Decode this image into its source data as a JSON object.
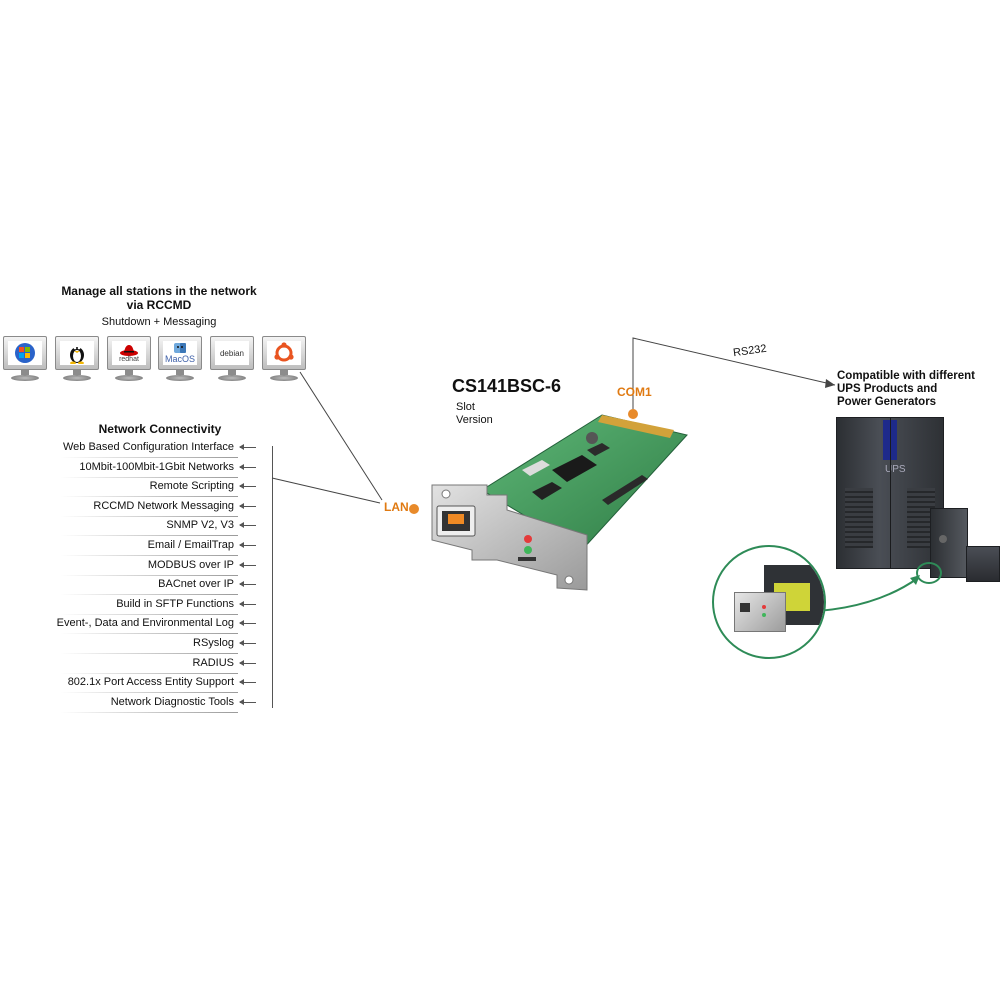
{
  "manage": {
    "title_line1": "Manage all stations in the network",
    "title_line2": "via RCCMD",
    "subtitle": "Shutdown + Messaging",
    "os_icons": [
      {
        "name": "windows-icon",
        "label": ""
      },
      {
        "name": "linux-icon",
        "label": ""
      },
      {
        "name": "redhat-icon",
        "label": "redhat"
      },
      {
        "name": "macos-icon",
        "label": "MacOS"
      },
      {
        "name": "debian-icon",
        "label": "debian"
      },
      {
        "name": "ubuntu-icon",
        "label": ""
      }
    ]
  },
  "network": {
    "title": "Network Connectivity",
    "features": [
      "Web Based Configuration Interface",
      "10Mbit-100Mbit-1Gbit Networks",
      "Remote Scripting",
      "RCCMD Network Messaging",
      "SNMP V2, V3",
      "Email / EmailTrap",
      "MODBUS over IP",
      "BACnet over IP",
      "Build in SFTP Functions",
      "Event-, Data and Environmental Log",
      "RSyslog",
      "RADIUS",
      "802.1x Port Access Entity Support",
      "Network Diagnostic Tools"
    ]
  },
  "product": {
    "name": "CS141BSC-6",
    "variant_line1": "Slot",
    "variant_line2": "Version"
  },
  "ports": {
    "lan": "LAN",
    "com": "COM1",
    "serial": "RS232"
  },
  "compat": {
    "line1": "Compatible with different",
    "line2": "UPS Products and",
    "line3": "Power Generators",
    "ups_label": "UPS"
  },
  "colors": {
    "accent": "#e07a12",
    "pcb": "#3f9a5a",
    "ups_body": "#3a3d42",
    "ups_panel": "#1e2a8a",
    "curve": "#2e8b57"
  }
}
